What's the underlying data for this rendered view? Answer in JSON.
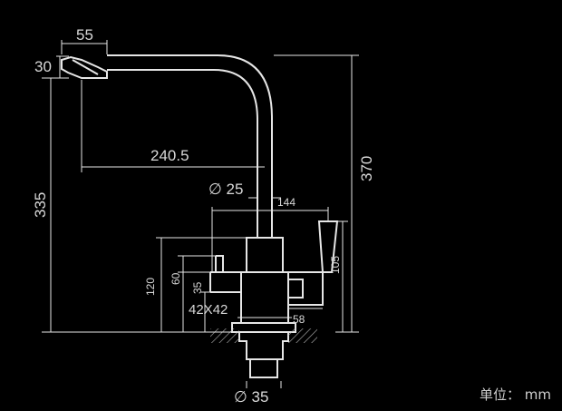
{
  "dimensions": {
    "spout_width": "55",
    "spout_height": "30",
    "reach": "240.5",
    "total_height": "370",
    "base_to_spout": "335",
    "pipe_diameter": "∅ 25",
    "handle_offset": "144",
    "body_height": "120",
    "lever_height": "60",
    "outlet_height": "35",
    "body_section": "42X42",
    "handle_height": "105",
    "base_offset": "58",
    "base_diameter": "∅ 35"
  },
  "unit_label": "单位： mm",
  "colors": {
    "background": "#000000",
    "line": "#e6e6e6",
    "text": "#d8d8d8"
  }
}
